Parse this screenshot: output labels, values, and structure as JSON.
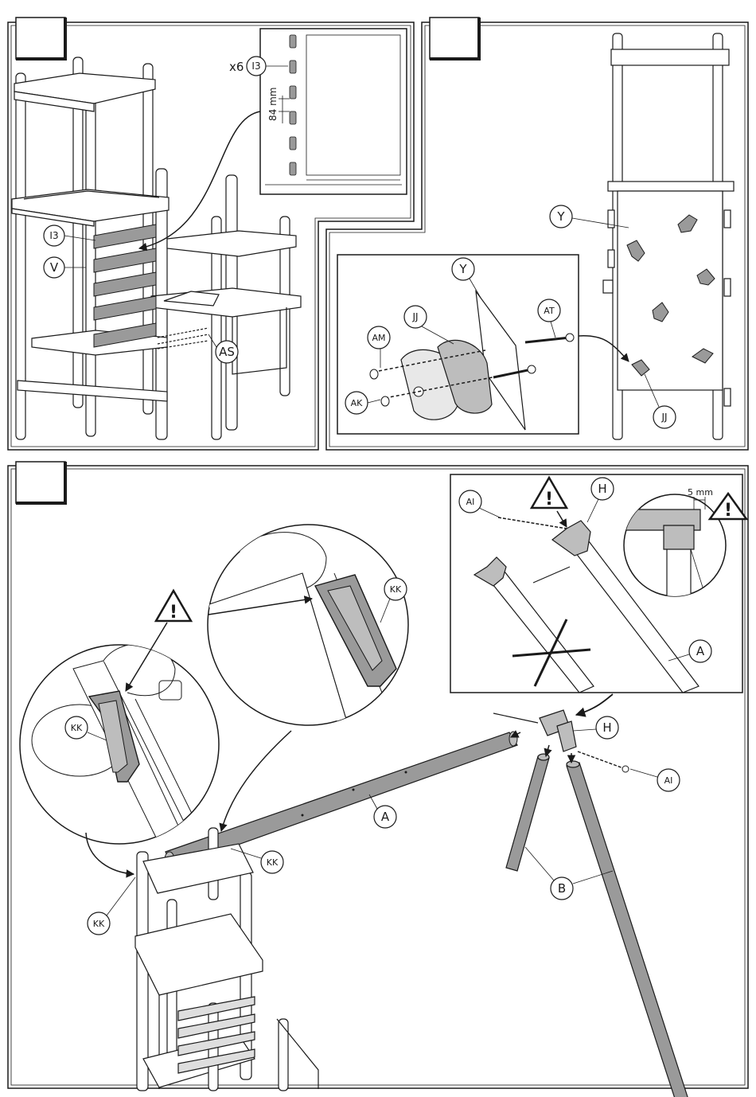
{
  "colors": {
    "ink": "#1a1a1a",
    "gray": "#9a9a9a",
    "light": "#dedede",
    "paper": "#ffffff"
  },
  "panel1": {
    "inset_qty": "x6",
    "inset_part": "I3",
    "spacing": "84 mm",
    "labels": {
      "slat": "I3",
      "post": "V",
      "screws": "AS"
    }
  },
  "panel2": {
    "labels": {
      "wall": "Y",
      "wall_detail": "Y",
      "grip_left": "JJ",
      "grip_right": "JJ",
      "cap": "AM",
      "nut": "AK",
      "bolt": "AT"
    }
  },
  "panel3": {
    "gap": "5 mm",
    "labels": {
      "bolt_inset": "AI",
      "bracket_inset": "H",
      "beam_inset": "A",
      "bracket": "H",
      "bolt": "AI",
      "beam": "A",
      "legs": "B",
      "clip_zoom_left": "KK",
      "clip_zoom_right": "KK",
      "clip_tower": "KK",
      "clip_tower2": "KK"
    }
  },
  "icons": [
    "warning-icon",
    "crossed-out-icon",
    "arrow-icon"
  ]
}
